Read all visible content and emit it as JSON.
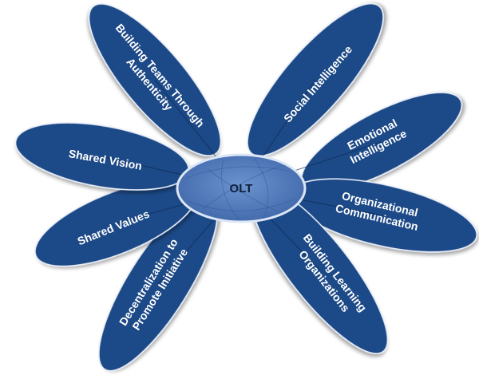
{
  "center": {
    "label": "OLT",
    "fill": "#4a74b6",
    "stroke": "#dbe6f6"
  },
  "petal_style": {
    "fill": "#1d4a87",
    "stroke": "#e6eef9",
    "text_color": "#ffffff"
  },
  "petals": [
    {
      "name": "petal-building-teams",
      "lines": [
        "Building Teams Through",
        "Authenticity"
      ]
    },
    {
      "name": "petal-social-intelligence",
      "lines": [
        "Social Intelligence"
      ]
    },
    {
      "name": "petal-emotional-intelligence",
      "lines": [
        "Emotional",
        "Intelligence"
      ]
    },
    {
      "name": "petal-organizational-communication",
      "lines": [
        "Organizational",
        "Communication"
      ]
    },
    {
      "name": "petal-building-learning-organizations",
      "lines": [
        "Building Learning",
        "Organizations"
      ]
    },
    {
      "name": "petal-decentralization",
      "lines": [
        "Decentralization to",
        "Promote Initiative"
      ]
    },
    {
      "name": "petal-shared-values",
      "lines": [
        "Shared Values"
      ]
    },
    {
      "name": "petal-shared-vision",
      "lines": [
        "Shared Vision"
      ]
    }
  ]
}
